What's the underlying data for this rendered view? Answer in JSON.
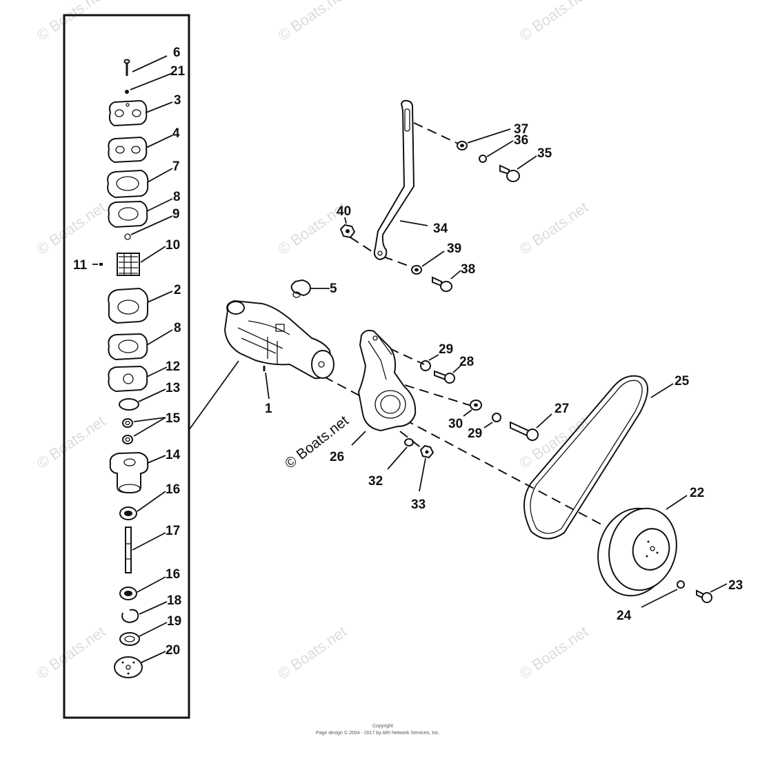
{
  "watermark": {
    "text": "© Boats.net",
    "center_text": "© Boats.net"
  },
  "footer": {
    "line1": "Copyright",
    "line2": "Page design © 2004 - 2017 by ARI Network Services, Inc."
  },
  "callouts": {
    "n1": "1",
    "n2": "2",
    "n3": "3",
    "n4": "4",
    "n5": "5",
    "n6": "6",
    "n7": "7",
    "n8a": "8",
    "n8b": "8",
    "n9": "9",
    "n10": "10",
    "n11": "11",
    "n12": "12",
    "n13": "13",
    "n14": "14",
    "n15": "15",
    "n16a": "16",
    "n16b": "16",
    "n17": "17",
    "n18": "18",
    "n19": "19",
    "n20": "20",
    "n21": "21",
    "n22": "22",
    "n23": "23",
    "n24": "24",
    "n25": "25",
    "n26": "26",
    "n27": "27",
    "n28": "28",
    "n29a": "29",
    "n29b": "29",
    "n30": "30",
    "n32": "32",
    "n33": "33",
    "n34": "34",
    "n35": "35",
    "n36": "36",
    "n37": "37",
    "n38": "38",
    "n39": "39",
    "n40": "40"
  }
}
